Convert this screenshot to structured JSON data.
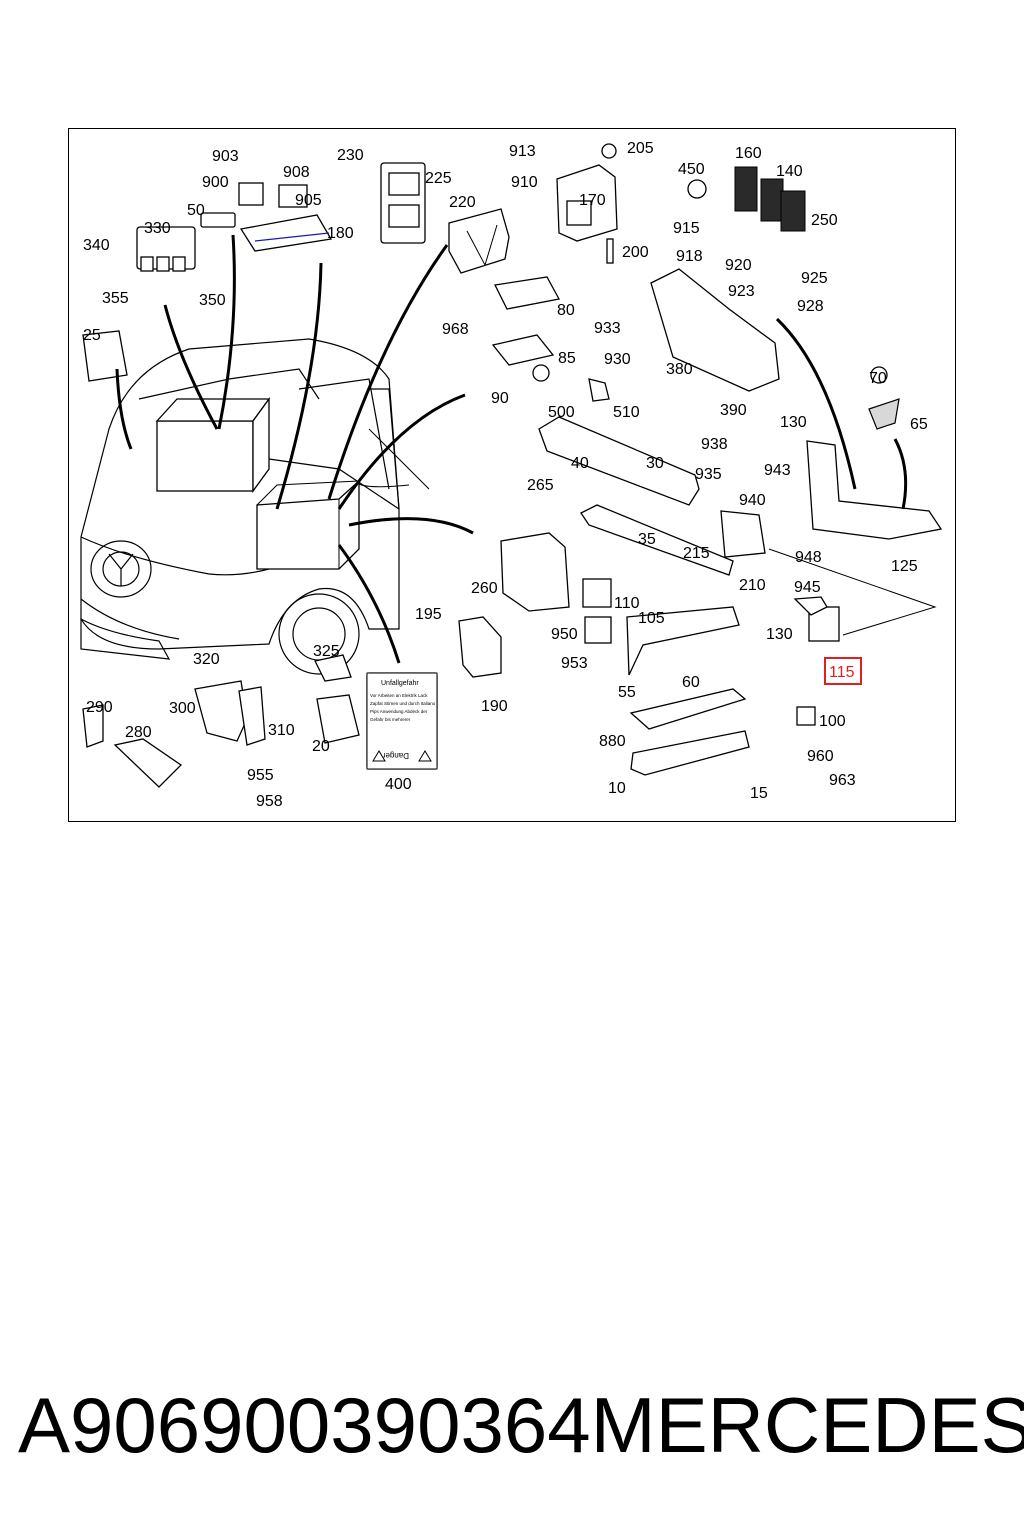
{
  "diagram": {
    "callouts": [
      "903",
      "908",
      "230",
      "225",
      "913",
      "205",
      "160",
      "450",
      "140",
      "900",
      "905",
      "910",
      "170",
      "250",
      "50",
      "220",
      "330",
      "180",
      "915",
      "340",
      "200",
      "918",
      "920",
      "925",
      "355",
      "350",
      "80",
      "923",
      "928",
      "968",
      "933",
      "25",
      "85",
      "930",
      "380",
      "70",
      "90",
      "390",
      "130",
      "510",
      "500",
      "65",
      "938",
      "943",
      "40",
      "265",
      "30",
      "935",
      "940",
      "215",
      "948",
      "210",
      "125",
      "260",
      "35",
      "945",
      "110",
      "195",
      "105",
      "130",
      "950",
      "320",
      "325",
      "953",
      "115",
      "55",
      "60",
      "100",
      "290",
      "300",
      "190",
      "310",
      "280",
      "20",
      "880",
      "960",
      "955",
      "400",
      "963",
      "10",
      "15",
      "958"
    ],
    "highlighted_part": "115",
    "label_sticker": {
      "heading": "Unfallgefahr",
      "lines": [
        "Vor Arbeiten an Elektrik Lack",
        "Zapfat Stirnen und durch Italiano",
        "Pips Anwendung Abdeck der",
        "Gefahr bis mehrerer"
      ],
      "heading_inverted": "Danger"
    }
  },
  "caption": {
    "part_number": "A906900390364",
    "brand": "MERCEDES"
  }
}
